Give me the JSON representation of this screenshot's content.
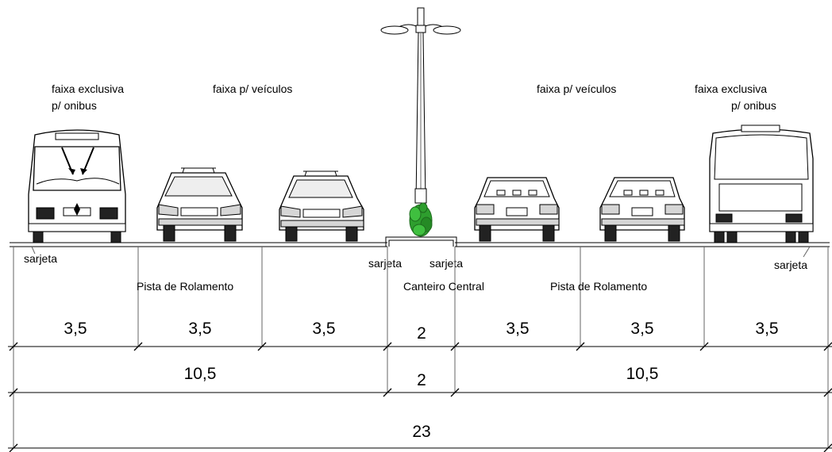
{
  "labels": {
    "bus_lane_left_line1": "faixa exclusiva",
    "bus_lane_left_line2": "p/ onibus",
    "vehicle_lane_left": "faixa p/ veículos",
    "vehicle_lane_right": "faixa p/ veículos",
    "bus_lane_right_line1": "faixa exclusiva",
    "bus_lane_right_line2": "p/ onibus",
    "gutter_left": "sarjeta",
    "gutter_median_left": "sarjeta",
    "gutter_median_right": "sarjeta",
    "gutter_right": "sarjeta",
    "carriageway_left": "Pista de Rolamento",
    "median": "Canteiro Central",
    "carriageway_right": "Pista de Rolamento"
  },
  "dimensions": {
    "lanes": [
      "3,5",
      "3,5",
      "3,5",
      "2",
      "3,5",
      "3,5",
      "3,5"
    ],
    "carriageways": [
      "10,5",
      "2",
      "10,5"
    ],
    "total": "23"
  },
  "colors": {
    "line": "#000000",
    "tree": "#2e9e2e",
    "tree_dark": "#1d6b1d"
  },
  "icons": [
    "bus-front-icon",
    "car-front-icon",
    "car-rear-icon",
    "bus-rear-icon",
    "street-lamp-icon",
    "tree-icon"
  ]
}
